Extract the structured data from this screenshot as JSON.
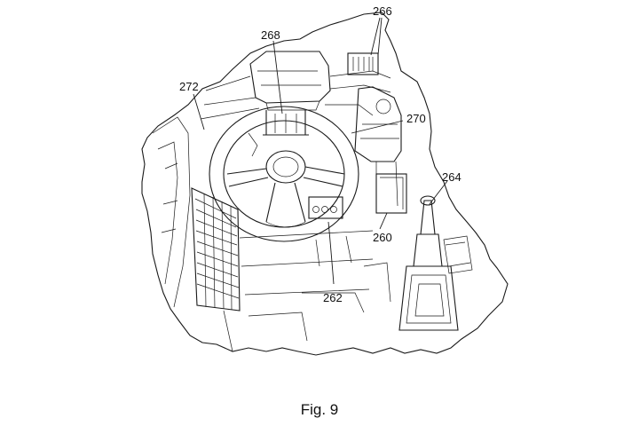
{
  "figure": {
    "caption": "Fig. 9",
    "labels": {
      "l260": "260",
      "l262": "262",
      "l264": "264",
      "l266": "266",
      "l268": "268",
      "l270": "270",
      "l272": "272"
    }
  }
}
